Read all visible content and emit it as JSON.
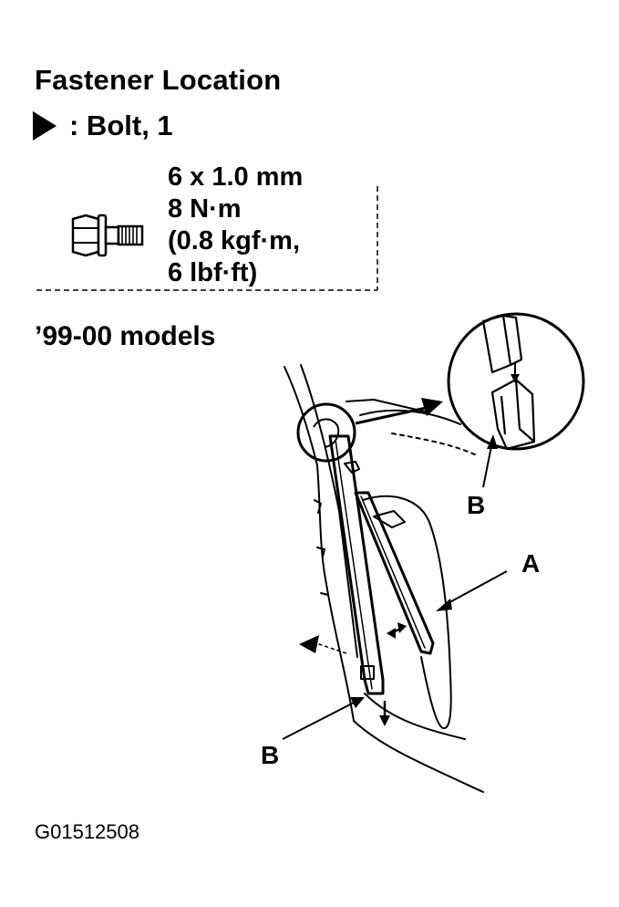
{
  "header": {
    "title": "Fastener Location"
  },
  "legend": {
    "symbol_label": ": Bolt, 1"
  },
  "bolt_spec": {
    "size": "6 x 1.0 mm",
    "torque_nm": "8 N·m",
    "torque_kgf": "(0.8 kgf·m,",
    "torque_lbf": "6 lbf·ft)"
  },
  "section": {
    "models_label": "’99-00 models"
  },
  "callouts": {
    "a": "A",
    "b_upper": "B",
    "b_lower": "B"
  },
  "footer": {
    "figure_code": "G01512508"
  },
  "icons": {
    "legend_symbol": "filled-triangle-icon",
    "bolt": "flange-bolt-icon"
  }
}
